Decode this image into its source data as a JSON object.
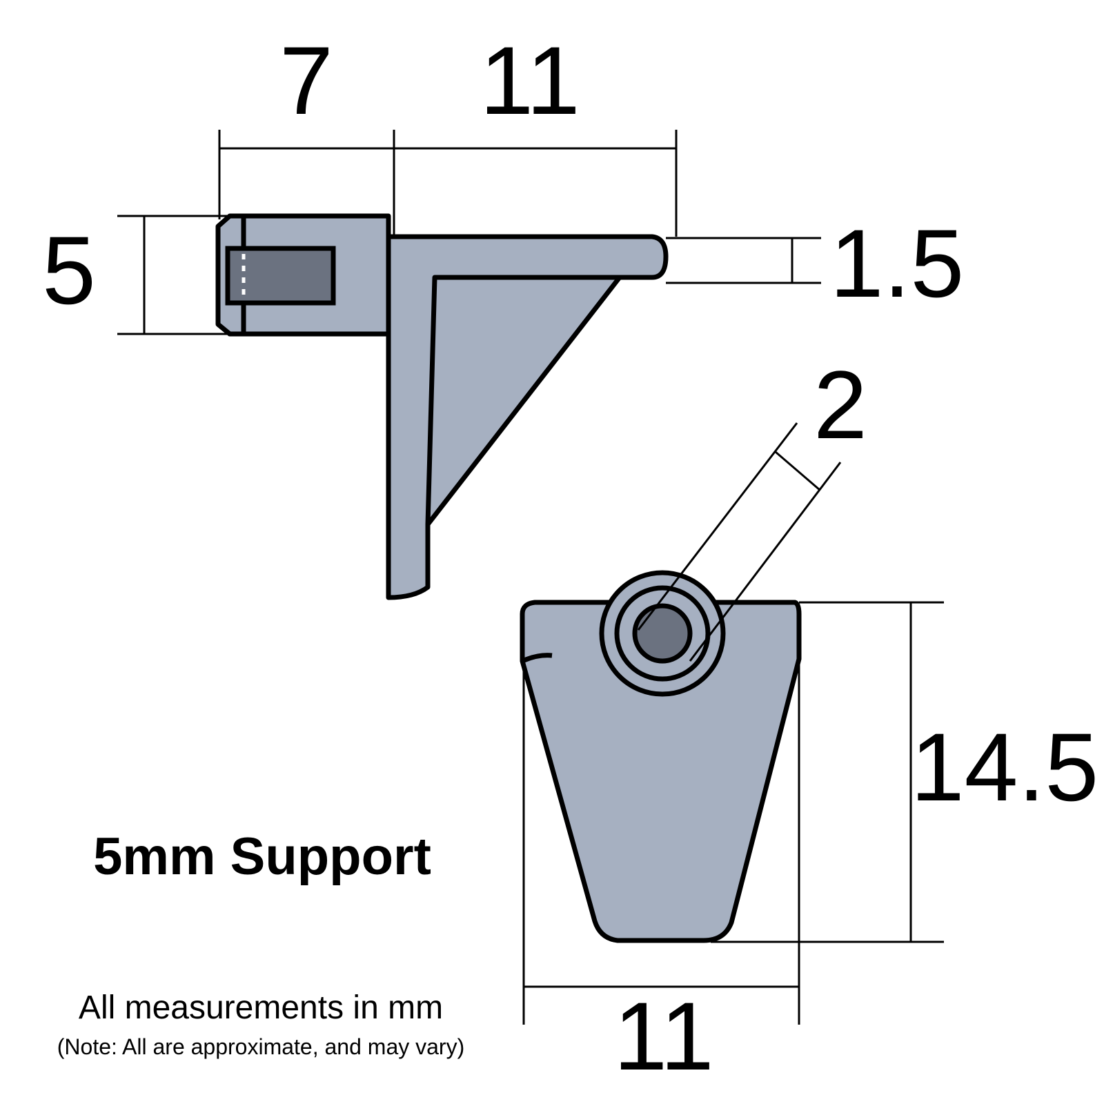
{
  "colors": {
    "body_fill": "#a6b0c1",
    "hole_fill": "#6b7280",
    "outline": "#000000",
    "background": "#ffffff"
  },
  "dimensions": {
    "pin_length": "7",
    "shelf_length": "11",
    "pin_diameter": "5",
    "shelf_thickness": "1.5",
    "hole_diameter": "2",
    "front_height": "14.5",
    "front_width": "11"
  },
  "labels": {
    "title": "5mm Support",
    "units_note": "All measurements in mm",
    "disclaimer": "(Note: All are approximate, and may vary)"
  }
}
